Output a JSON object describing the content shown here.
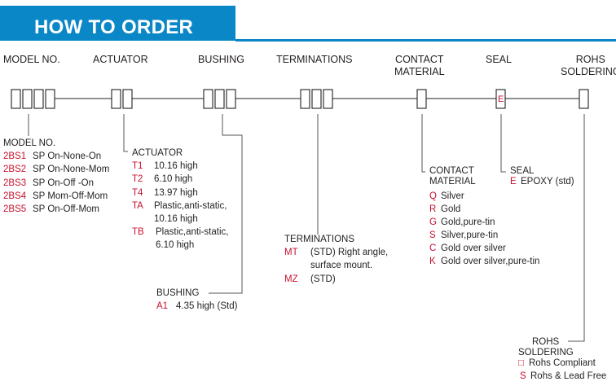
{
  "banner": {
    "title": "HOW TO ORDER"
  },
  "headers": {
    "model": "MODEL NO.",
    "actuator": "ACTUATOR",
    "bushing": "BUSHING",
    "terminations": "TERMINATIONS",
    "contact_l1": "CONTACT",
    "contact_l2": "MATERIAL",
    "seal": "SEAL",
    "rohs_l1": "ROHS",
    "rohs_l2": "SOLDERING"
  },
  "seal_box_value": "E",
  "model": {
    "title": "MODEL NO.",
    "items": [
      {
        "code": "2BS1",
        "desc": "SP On-None-On"
      },
      {
        "code": "2BS2",
        "desc": "SP On-None-Mom"
      },
      {
        "code": "2BS3",
        "desc": "SP On-Off -On"
      },
      {
        "code": "2BS4",
        "desc": "SP Mom-Off-Mom"
      },
      {
        "code": "2BS5",
        "desc": "SP On-Off-Mom"
      }
    ]
  },
  "actuator": {
    "title": "ACTUATOR",
    "items": [
      {
        "code": "T1",
        "desc": "10.16 high"
      },
      {
        "code": "T2",
        "desc": "6.10 high"
      },
      {
        "code": "T4",
        "desc": "13.97 high"
      },
      {
        "code": "TA",
        "desc": "Plastic,anti-static,",
        "desc2": "10.16 high"
      },
      {
        "code": "TB",
        "desc": "Plastic,anti-static,",
        "desc2": "6.10 high"
      }
    ]
  },
  "bushing": {
    "title": "BUSHING",
    "items": [
      {
        "code": "A1",
        "desc": "4.35 high (Std)"
      }
    ]
  },
  "terminations": {
    "title": "TERMINATIONS",
    "items": [
      {
        "code": "MT",
        "desc": "(STD) Right angle,",
        "desc2": "surface mount."
      },
      {
        "code": "MZ",
        "desc": "(STD)"
      }
    ]
  },
  "contact": {
    "title_l1": "CONTACT",
    "title_l2": "MATERIAL",
    "items": [
      {
        "code": "Q",
        "desc": "Silver"
      },
      {
        "code": "R",
        "desc": "Gold"
      },
      {
        "code": "G",
        "desc": "Gold,pure-tin"
      },
      {
        "code": "S",
        "desc": "Silver,pure-tin"
      },
      {
        "code": "C",
        "desc": "Gold over silver"
      },
      {
        "code": "K",
        "desc": "Gold over silver,pure-tin"
      }
    ]
  },
  "seal": {
    "title": "SEAL",
    "items": [
      {
        "code": "E",
        "desc": "EPOXY (std)"
      }
    ]
  },
  "rohs": {
    "title_l1": "ROHS",
    "title_l2": "SOLDERING",
    "items": [
      {
        "code": "□",
        "desc": "Rohs Compliant"
      },
      {
        "code": "S",
        "desc": "Rohs & Lead Free"
      }
    ]
  },
  "colors": {
    "accent": "#0a87c6",
    "code": "#c8102e",
    "text": "#231f20"
  }
}
